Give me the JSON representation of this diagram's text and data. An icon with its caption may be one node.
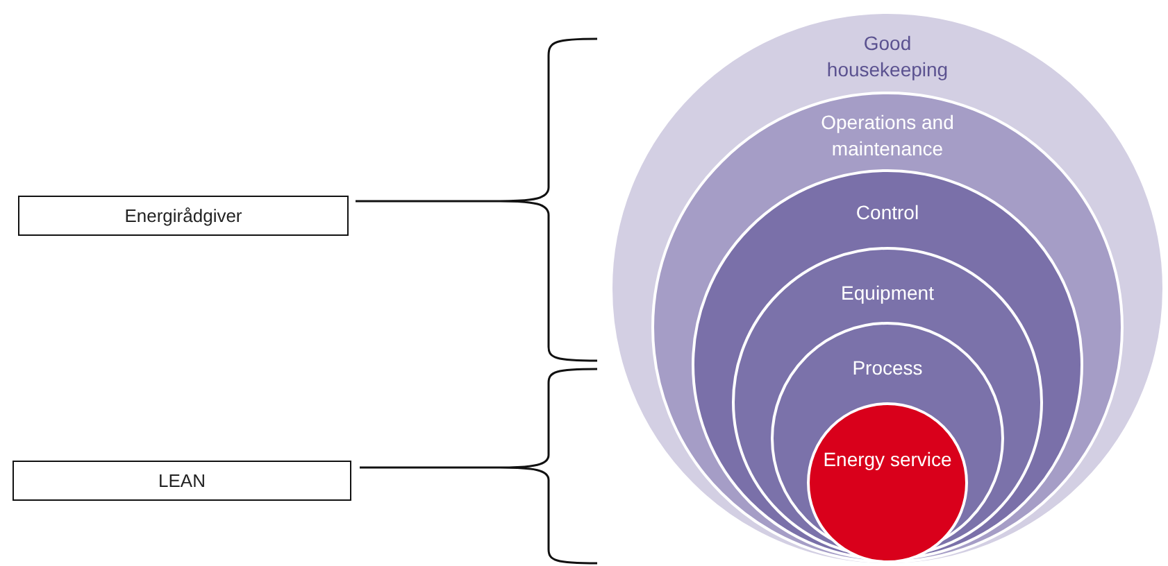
{
  "diagram": {
    "nodes": [
      {
        "text": [
          "Energirådgiver"
        ]
      },
      {
        "text": [
          "LEAN"
        ]
      },
      {
        "text": [
          "Good housekeeping"
        ]
      },
      {
        "text": [
          "Operations and maintenance"
        ],
        "in": 2
      },
      {
        "text": [
          "Control"
        ],
        "in": 3
      },
      {
        "text": [
          "Equipment"
        ],
        "in": 4
      },
      {
        "text": [
          "Process"
        ],
        "in": 5
      },
      {
        "text": [
          "Energy service"
        ],
        "in": 6
      }
    ]
  }
}
